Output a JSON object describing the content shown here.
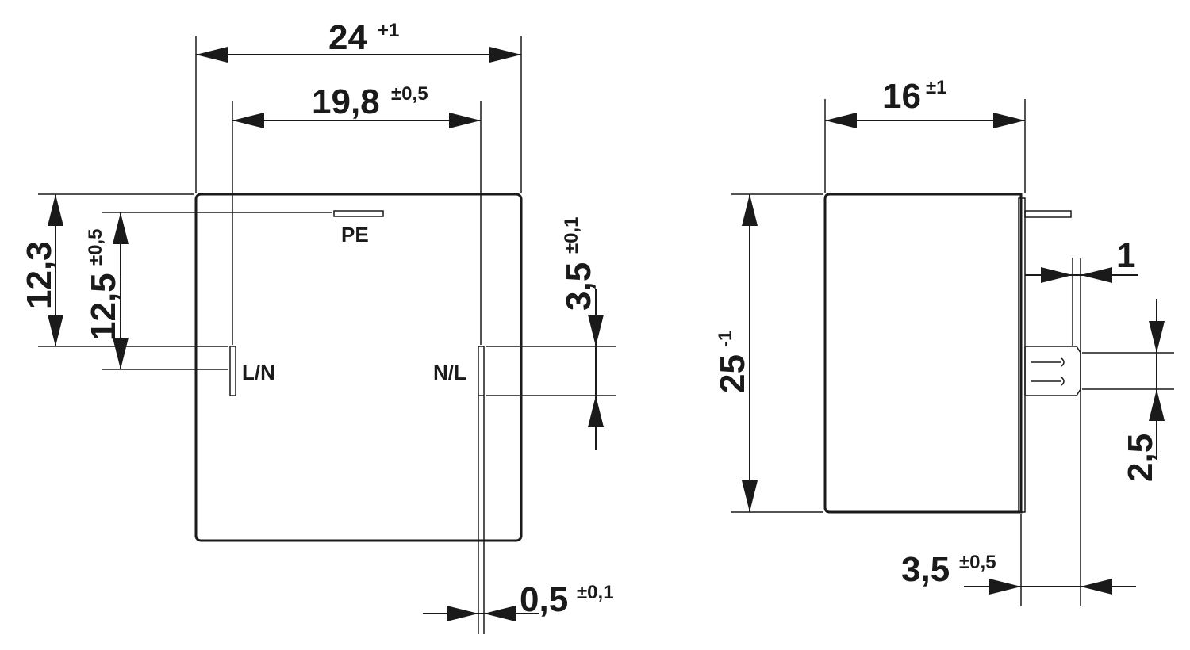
{
  "front_view": {
    "width_overall": {
      "value": "24",
      "tol": "+1"
    },
    "pin_spacing": {
      "value": "19,8",
      "tol": "±0,5"
    },
    "height_to_pins": {
      "value": "12,3",
      "tol": ""
    },
    "pe_to_pins": {
      "value": "12,5",
      "tol": "±0,5"
    },
    "pin_length": {
      "value": "3,5",
      "tol": "±0,1"
    },
    "pin_thickness": {
      "value": "0,5",
      "tol": "±0,1"
    },
    "labels": {
      "pe": "PE",
      "left_pin": "L/N",
      "right_pin": "N/L"
    }
  },
  "side_view": {
    "depth": {
      "value": "16",
      "tol": "±1"
    },
    "height": {
      "value": "25",
      "tol": "-1"
    },
    "pin_offset": {
      "value": "1",
      "tol": ""
    },
    "pin_width": {
      "value": "2,5",
      "tol": ""
    },
    "pin_protrusion": {
      "value": "3,5",
      "tol": "±0,5"
    }
  }
}
